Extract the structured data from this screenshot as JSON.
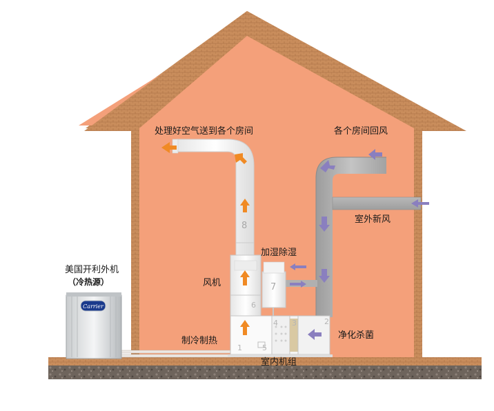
{
  "labels": {
    "supply_air": "处理好空气送到各个房间",
    "return_air": "各个房间回风",
    "fresh_air": "室外新风",
    "humidify": "加湿除湿",
    "fan": "风机",
    "purify": "净化杀菌",
    "cool_heat": "制冷制热",
    "indoor_unit": "室内机组",
    "outdoor_unit_line1": "美国开利外机",
    "outdoor_unit_line2": "（冷热源）",
    "brand_logo": "Carrier"
  },
  "component_numbers": [
    "1",
    "2",
    "3",
    "4",
    "5",
    "6",
    "7",
    "8"
  ],
  "colors": {
    "house_fill": "#f4a07a",
    "brick": "#c98d5c",
    "supply_arrow": "#f08a24",
    "return_arrow": "#8a7fbf",
    "ground": "#6e645c"
  }
}
